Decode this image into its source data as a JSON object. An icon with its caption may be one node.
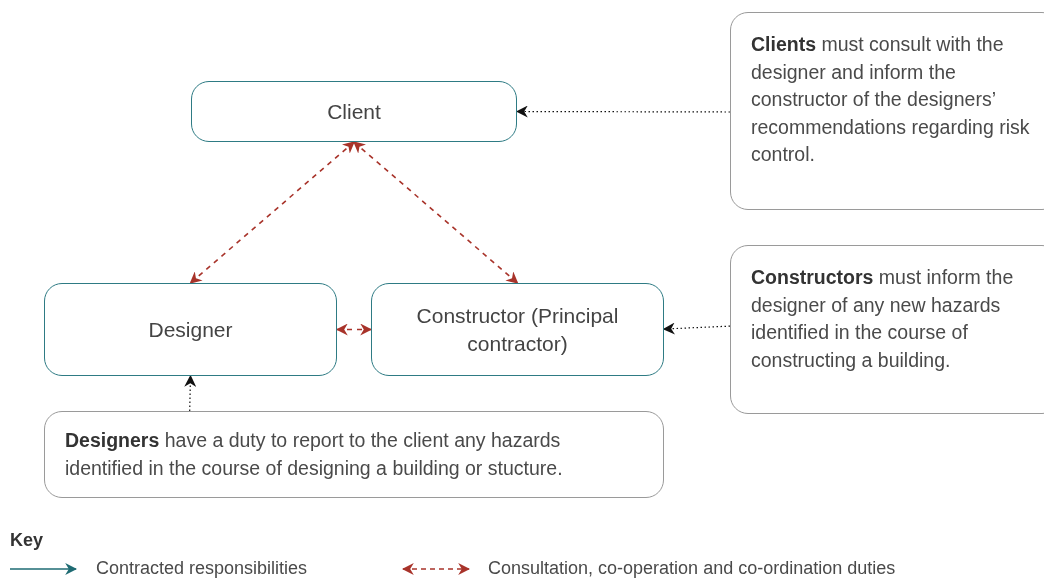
{
  "diagram": {
    "nodes": [
      {
        "text": [
          "Client"
        ]
      },
      {
        "text": [
          "Designer"
        ]
      },
      {
        "text": [
          "Constructor (Principal contractor)"
        ]
      },
      {
        "text": [
          "**Clients** must consult with the designer and inform the constructor of the designers’ recommendations regarding risk control."
        ]
      },
      {
        "text": [
          "**Constructors** must inform the designer of any new hazards identified in the course of constructing a building."
        ]
      },
      {
        "text": [
          "**Designers** have a duty to report to the client any hazards identified in the course of designing a building or stucture."
        ]
      }
    ],
    "edges": [
      {
        "from": 0,
        "to": 1,
        "arrow": "both",
        "style": "dashed",
        "color": "#a8332a"
      },
      {
        "from": 0,
        "to": 2,
        "arrow": "both",
        "style": "dashed",
        "color": "#a8332a"
      },
      {
        "from": 1,
        "to": 2,
        "arrow": "both",
        "style": "dashed",
        "color": "#a8332a"
      },
      {
        "from": 3,
        "to": 0,
        "arrow": "to",
        "style": "dashed",
        "color": "#111111"
      },
      {
        "from": 4,
        "to": 2,
        "arrow": "to",
        "style": "dashed",
        "color": "#111111"
      },
      {
        "from": 5,
        "to": 1,
        "arrow": "to",
        "style": "dashed",
        "color": "#111111"
      }
    ],
    "labels": [
      "Key"
    ],
    "legend": [
      {
        "text": "Contracted responsibilities"
      },
      {
        "text": "Consultation, co-operation and co-ordination duties"
      }
    ]
  }
}
